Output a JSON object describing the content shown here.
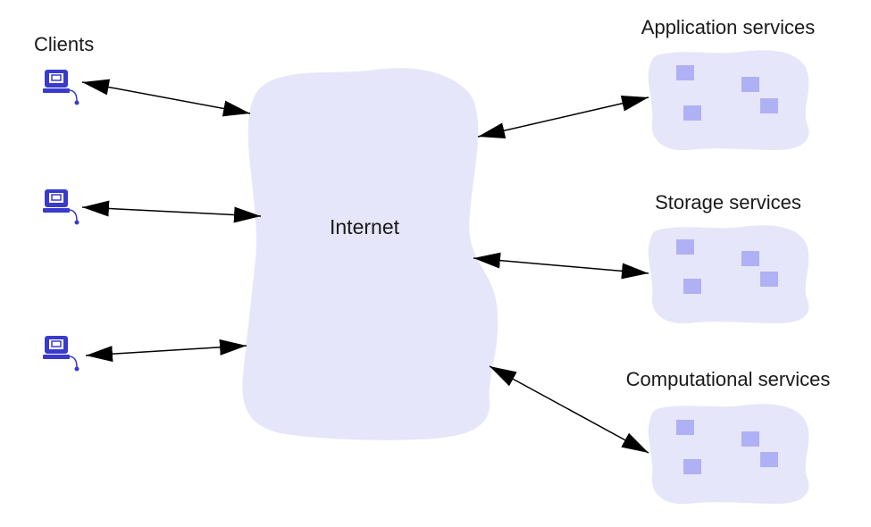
{
  "diagram": {
    "clients_label": "Clients",
    "internet_label": "Internet",
    "services": [
      {
        "id": "application",
        "label": "Application services"
      },
      {
        "id": "storage",
        "label": "Storage services"
      },
      {
        "id": "computational",
        "label": "Computational services"
      }
    ],
    "client_count": 3
  },
  "colors": {
    "cloud_fill": "#e6e6fa",
    "node_square": "#b0b0f4",
    "client_icon": "#3a3acc",
    "arrow": "#000000"
  }
}
